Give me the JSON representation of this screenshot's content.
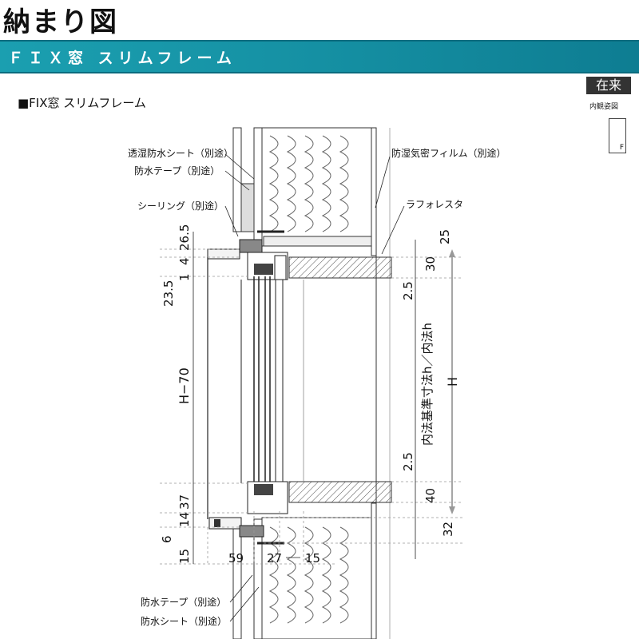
{
  "page": {
    "title": "納まり図",
    "banner": "ＦＩＸ窓 スリムフレーム",
    "subheading": "■FIX窓 スリムフレーム",
    "badge": "在来",
    "badge_sub": "内観姿図",
    "thumb_letter": "F"
  },
  "labels": {
    "moisture_sheet": "透湿防水シート（別途）",
    "waterproof_tape_top": "防水テープ（別途）",
    "sealing": "シーリング（別途）",
    "vapor_film": "防湿気密フィルム（別途）",
    "lath": "ラフォレスタ",
    "waterproof_tape_bottom": "防水テープ（別途）",
    "waterproof_sheet_bottom": "防水シート（別途）"
  },
  "dimensions": {
    "left": {
      "d26_5": "26.5",
      "d4": "4",
      "d23_5": "23.5",
      "d1": "1",
      "h_minus_70": "H−70",
      "d37": "37",
      "d14": "14",
      "d6": "6",
      "d15": "15"
    },
    "right": {
      "d25": "25",
      "d30": "30",
      "d2_5_top": "2.5",
      "inner_h": "内法基準寸法h／内法h",
      "H": "H",
      "d2_5_bottom": "2.5",
      "d40": "40",
      "d32": "32"
    },
    "bottom": {
      "d59": "59",
      "d27": "27",
      "d15": "15"
    }
  }
}
